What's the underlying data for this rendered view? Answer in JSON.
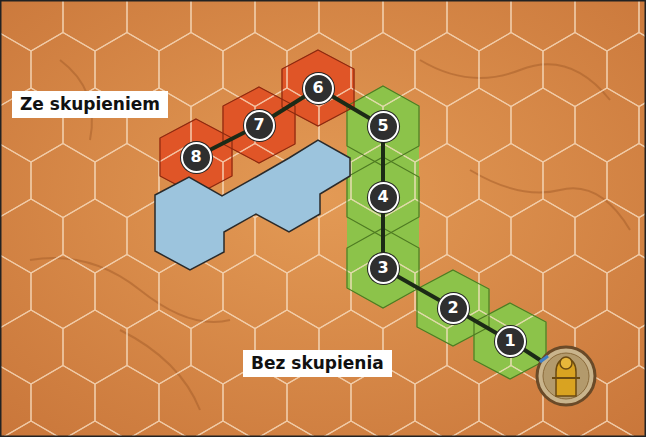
{
  "diagram": {
    "nodes": [
      {
        "text": [
          "1"
        ]
      },
      {
        "text": [
          "2"
        ]
      },
      {
        "text": [
          "3"
        ]
      },
      {
        "text": [
          "4"
        ]
      },
      {
        "text": [
          "5"
        ]
      },
      {
        "text": [
          "6"
        ]
      },
      {
        "text": [
          "7"
        ]
      },
      {
        "text": [
          "8"
        ]
      }
    ],
    "edges": [
      {
        "from": 0,
        "to": 1,
        "arrow": "none"
      },
      {
        "from": 1,
        "to": 2,
        "arrow": "none"
      },
      {
        "from": 2,
        "to": 3,
        "arrow": "none"
      },
      {
        "from": 3,
        "to": 4,
        "arrow": "none"
      },
      {
        "from": 4,
        "to": 5,
        "arrow": "none"
      },
      {
        "from": 5,
        "to": 6,
        "arrow": "none"
      },
      {
        "from": 6,
        "to": 7,
        "arrow": "none"
      }
    ],
    "labels": [
      "Ze skupieniem",
      "Bez skupienia"
    ]
  }
}
